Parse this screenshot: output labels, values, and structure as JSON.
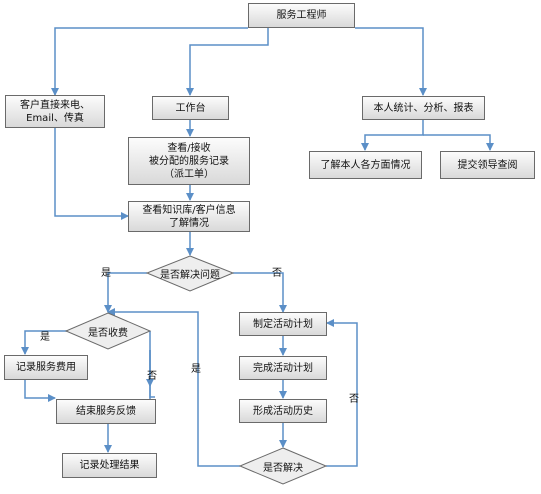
{
  "nodes": {
    "engineer": "服务工程师",
    "customer_contact": [
      "客户直接来电、",
      "Email、传真"
    ],
    "workbench": "工作台",
    "statistics": "本人统计、分析、报表",
    "know_self": "了解本人各方面情况",
    "submit_leader": "提交领导查阅",
    "view_records": [
      "查看/接收",
      "被分配的服务记录",
      "（派工单）"
    ],
    "knowledge_base": [
      "查看知识库/客户信息",
      "了解情况"
    ],
    "resolved_q": "是否解决问题",
    "charge_q": "是否收费",
    "record_fee": "记录服务费用",
    "end_feedback": "结束服务反馈",
    "record_result": "记录处理结果",
    "make_plan": "制定活动计划",
    "finish_plan": "完成活动计划",
    "form_history": "形成活动历史",
    "solved_q": "是否解决"
  },
  "edge_labels": {
    "yes": "是",
    "no": "否"
  },
  "colors": {
    "arrow": "#5b8fc7",
    "box_border": "#6a6a6a"
  }
}
